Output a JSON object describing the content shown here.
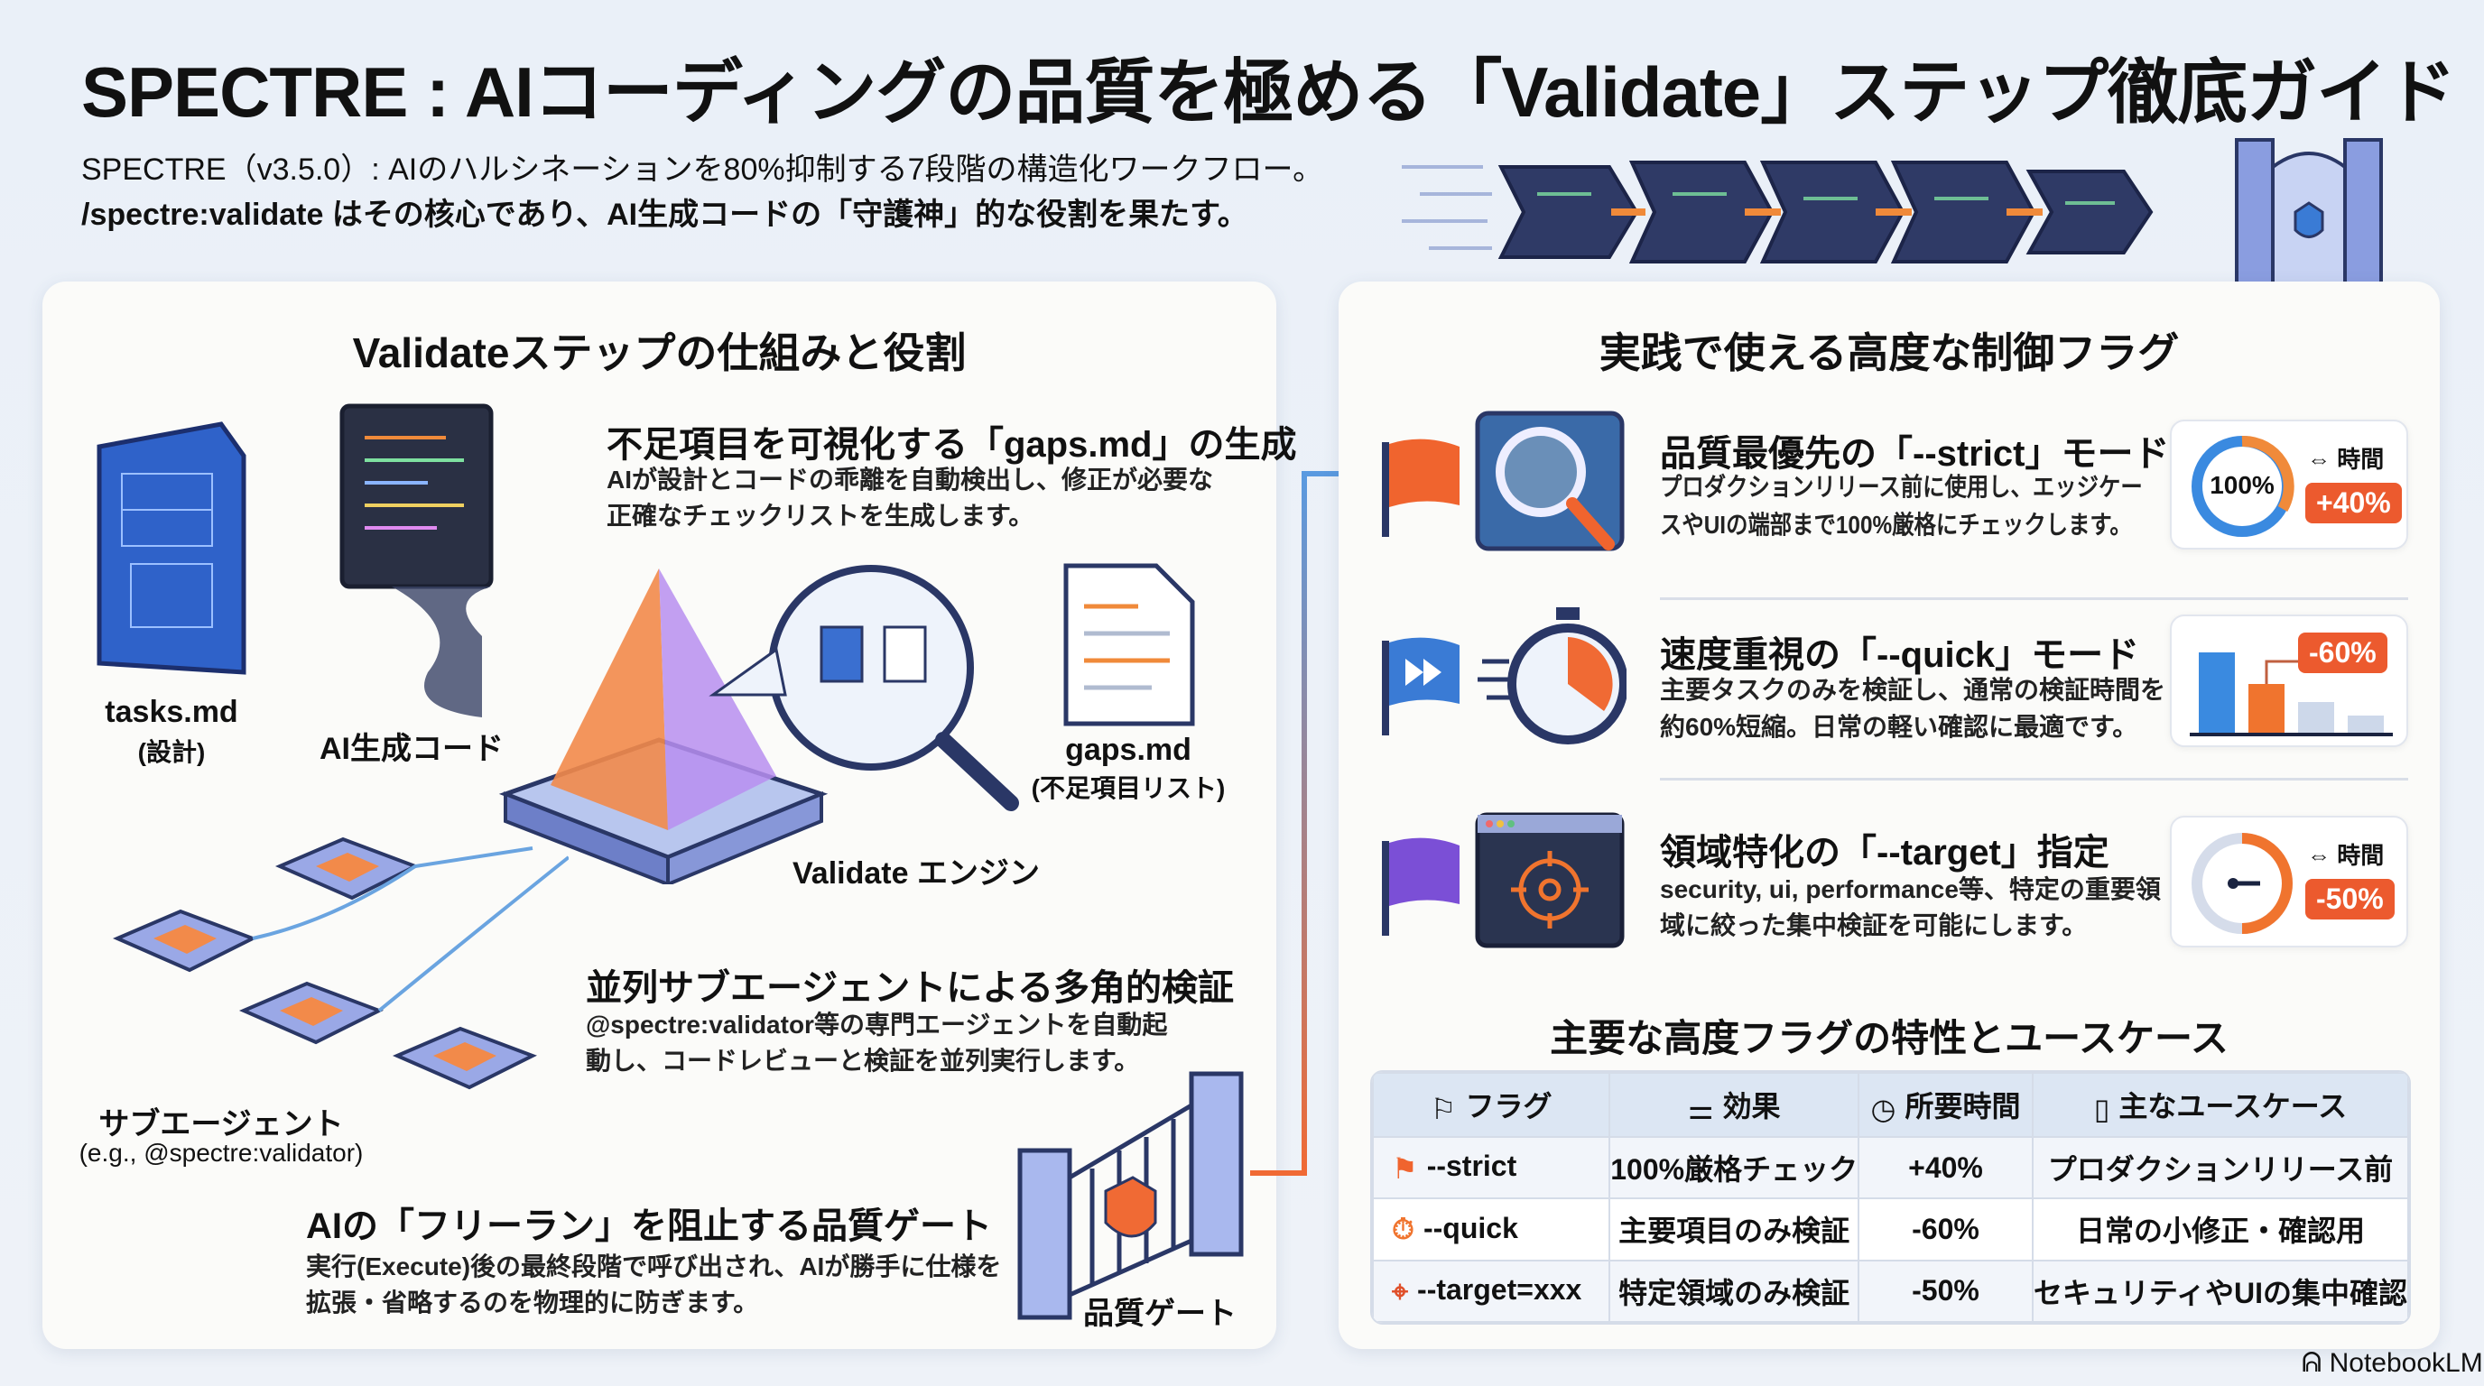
{
  "header": {
    "title": "SPECTRE : AIコーディングの品質を極める「Validate」ステップ徹底ガイド",
    "subtitle_line1": "SPECTRE（v3.5.0）: AIのハルシネーションを80%抑制する7段階の構造化ワークフロー。",
    "subtitle_line2": "/spectre:validate はその核心であり、AI生成コードの「守護神」的な役割を果たす。"
  },
  "left_panel": {
    "title": "Validateステップの仕組みと役割",
    "tasks_label": "tasks.md",
    "tasks_sub": "(設計)",
    "code_label": "AI生成コード",
    "gaps_heading": "不足項目を可視化する「gaps.md」の生成",
    "gaps_desc1": "AIが設計とコードの乖離を自動検出し、修正が必要な",
    "gaps_desc2": "正確なチェックリストを生成します。",
    "gaps_label": "gaps.md",
    "gaps_sub": "(不足項目リスト)",
    "engine_label": "Validate エンジン",
    "parallel_heading": "並列サブエージェントによる多角的検証",
    "parallel_desc1": "@spectre:validator等の専門エージェントを自動起",
    "parallel_desc2": "動し、コードレビューと検証を並列実行します。",
    "subagent_label": "サブエージェント",
    "subagent_sub": "(e.g., @spectre:validator)",
    "gate_heading": "AIの「フリーラン」を阻止する品質ゲート",
    "gate_desc1": "実行(Execute)後の最終段階で呼び出され、AIが勝手に仕様を",
    "gate_desc2": "拡張・省略するのを物理的に防ぎます。",
    "gate_label": "品質ゲート"
  },
  "right_panel": {
    "title": "実践で使える高度な制御フラグ",
    "modes": [
      {
        "title": "品質最優先の「--strict」モード",
        "desc1": "プロダクションリリース前に使用し、エッジケー",
        "desc2": "スやUIの端部まで100%厳格にチェックします。",
        "stat_main": "100%",
        "stat_label": "時間",
        "stat_badge": "+40%",
        "flag_color": "#f0642e",
        "icon": "magnifier-circuit-icon"
      },
      {
        "title": "速度重視の「--quick」モード",
        "desc1": "主要タスクのみを検証し、通常の検証時間を",
        "desc2": "約60%短縮。日常の軽い確認に最適です。",
        "stat_badge": "-60%",
        "flag_color": "#3a7bd5",
        "icon": "stopwatch-icon"
      },
      {
        "title": "領域特化の「--target」指定",
        "desc1": "security, ui, performance等、特定の重要領",
        "desc2": "域に絞った集中検証を可能にします。",
        "stat_label": "時間",
        "stat_badge": "-50%",
        "flag_color": "#7b4fd6",
        "icon": "target-window-icon"
      }
    ],
    "table_title": "主要な高度フラグの特性とユースケース",
    "table": {
      "headers": [
        "フラグ",
        "効果",
        "所要時間",
        "主なユースケース"
      ],
      "rows": [
        [
          "--strict",
          "100%厳格チェック",
          "+40%",
          "プロダクションリリース前"
        ],
        [
          "--quick",
          "主要項目のみ検証",
          "-60%",
          "日常の小修正・確認用"
        ],
        [
          "--target=xxx",
          "特定領域のみ検証",
          "-50%",
          "セキュリティやUIの集中確認"
        ]
      ]
    }
  },
  "footer": {
    "brand": "NotebookLM"
  },
  "colors": {
    "accent_orange": "#ec5a2e",
    "accent_blue": "#3a7bd5",
    "accent_purple": "#7b4fd6",
    "navy": "#2a3766"
  }
}
